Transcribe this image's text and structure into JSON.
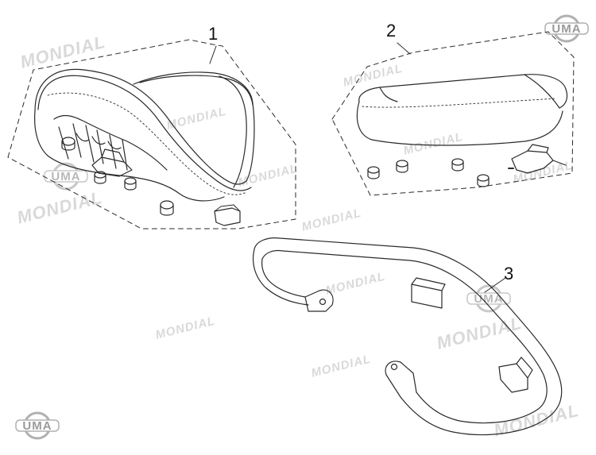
{
  "callouts": {
    "seat": "1",
    "rear_seat": "2",
    "grab_rail": "3"
  },
  "watermark": {
    "brand": "MONDIAL",
    "logo": "UMA"
  },
  "colors": {
    "line": "#2a2a2a",
    "watermark": "#d9d9d9",
    "logo": "#9a9a9a"
  }
}
